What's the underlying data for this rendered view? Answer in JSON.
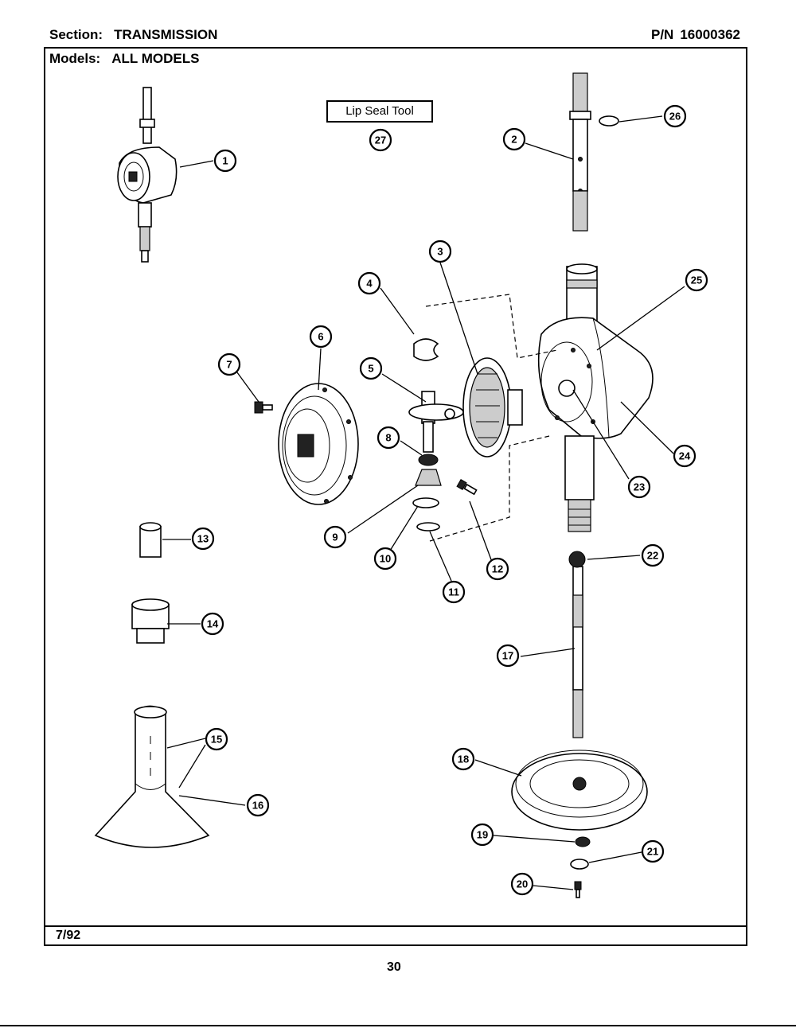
{
  "header": {
    "section_label": "Section:",
    "section_value": "TRANSMISSION",
    "models_label": "Models:",
    "models_value": "ALL MODELS",
    "pn_label": "P/N",
    "pn_value": "16000362"
  },
  "tool_label": "Lip Seal Tool",
  "footer": {
    "date": "7/92",
    "page": "30"
  },
  "callouts": [
    "1",
    "2",
    "3",
    "4",
    "5",
    "6",
    "7",
    "8",
    "9",
    "10",
    "11",
    "12",
    "13",
    "14",
    "15",
    "16",
    "17",
    "18",
    "19",
    "20",
    "21",
    "22",
    "23",
    "24",
    "25",
    "26",
    "27"
  ]
}
